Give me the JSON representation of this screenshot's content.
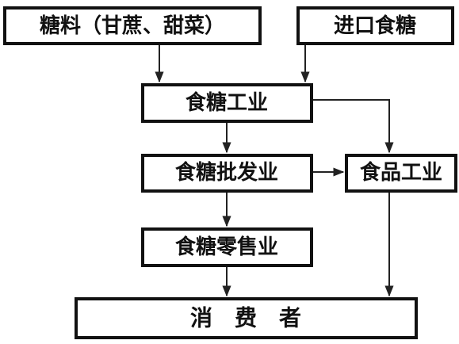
{
  "nodes": {
    "raw_materials": "糖料（甘蔗、甜菜）",
    "imported_sugar": "进口食糖",
    "sugar_industry": "食糖工业",
    "sugar_wholesale": "食糖批发业",
    "food_industry": "食品工业",
    "sugar_retail": "食糖零售业",
    "consumers": "消　费　者"
  },
  "colors": {
    "line": "#111111",
    "background": "#ffffff"
  }
}
